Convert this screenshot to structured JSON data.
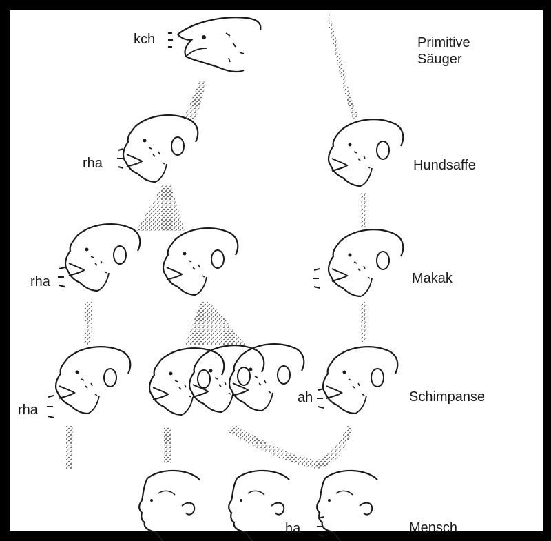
{
  "species": {
    "primitive": [
      "Primitive",
      "Säuger"
    ],
    "hundsaffe": "Hundsaffe",
    "makak": "Makak",
    "schimpanse": "Schimpanse",
    "mensch": "Mensch"
  },
  "sounds": {
    "kch": "kch",
    "rha": "rha",
    "ah": "ah",
    "ha": "ha"
  },
  "colors": {
    "ink": "#1a1a1a",
    "frame": "#000000",
    "paper": "#ffffff"
  }
}
